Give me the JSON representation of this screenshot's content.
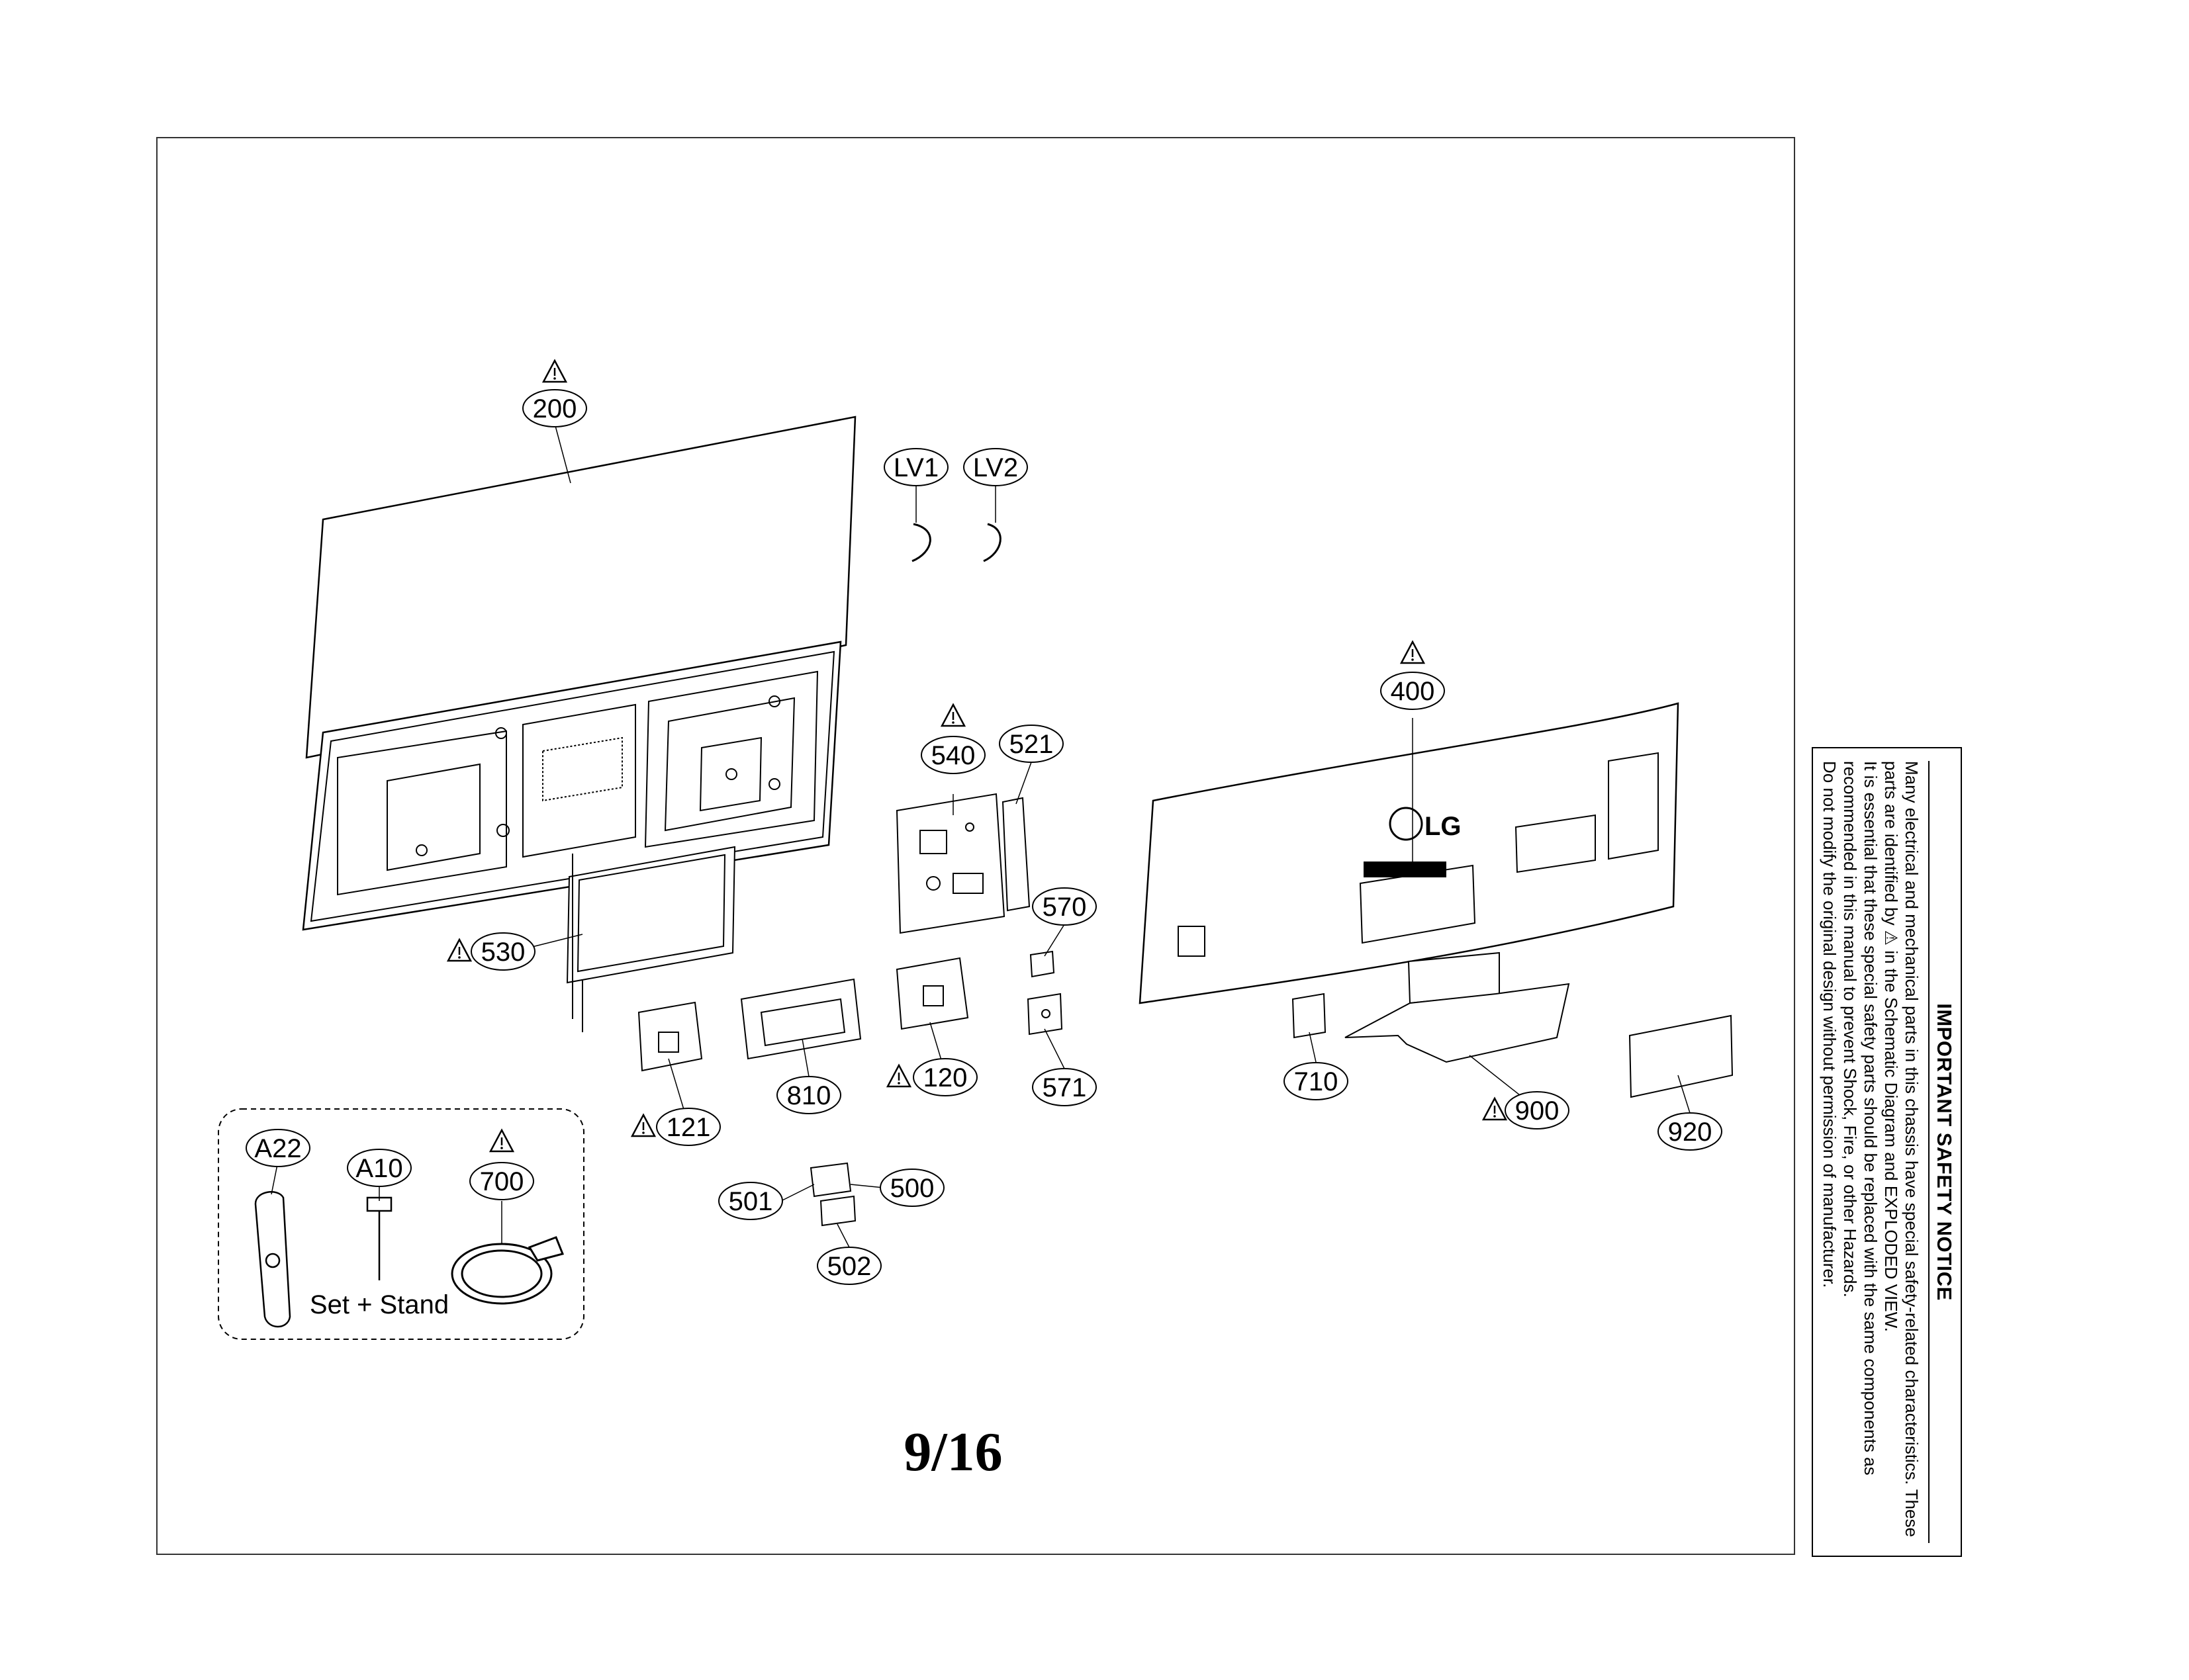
{
  "page_number": "9/16",
  "callouts": {
    "c200": "200",
    "lv1": "LV1",
    "lv2": "LV2",
    "c400": "400",
    "c540": "540",
    "c521": "521",
    "c570": "570",
    "c571": "571",
    "c530": "530",
    "c121": "121",
    "c810": "810",
    "c120": "120",
    "c710": "710",
    "c900": "900",
    "c920": "920",
    "c501": "501",
    "c500": "500",
    "c502": "502",
    "a22": "A22",
    "a10": "A10",
    "c700": "700"
  },
  "accessory_caption": "Set + Stand",
  "safety_symbol_name": "warning-triangle-icon",
  "logo_text": "LG",
  "safety_notice": {
    "title": "IMPORTANT SAFETY NOTICE",
    "lines": [
      "Many electrical and mechanical parts in this chassis have special safety-related characteristics. These",
      "parts are identified by ⚠ in the Schematic Diagram and EXPLODED VIEW.",
      "It is essential that these special safety parts should be replaced with the same components as",
      "recommended in this manual to prevent Shock, Fire, or other Hazards.",
      "Do not modify the original design without permission of manufacturer."
    ]
  }
}
